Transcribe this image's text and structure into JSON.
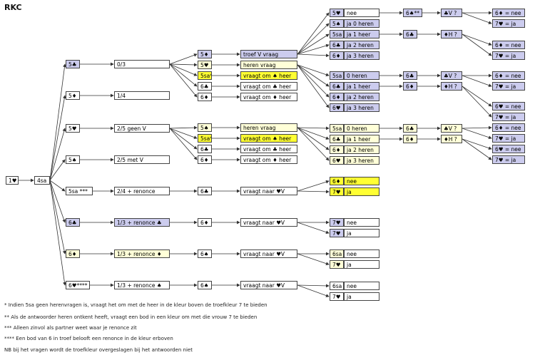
{
  "title": "RKC",
  "nodes": {
    "root": "1♥",
    "ask": "4sa",
    "r1": "5♣",
    "r1d": "0/3",
    "r2": "5♦",
    "r2d": "1/4",
    "r3": "5♥",
    "r3d": "2/5  geen V",
    "r4": "5♠",
    "r4d": "2/5 met V",
    "r5": "5sa ***",
    "r5d": "2/4 + renonce",
    "r6": "6♣",
    "r6d": "1/3 + renonce ♣",
    "r7": "6♦",
    "r7d": "1/3 + renonce ♦",
    "r8": "6♥****",
    "r8d": "1/3 + renonce ♠",
    "a1": "5♦",
    "a1d": "troef V vraag",
    "a2": "5♥",
    "a2d": "heren vraag",
    "a3": "5sa*",
    "a3d": "vraagt om ♠ heer",
    "a4": "6♣",
    "a4d": "vraagt om ♣ heer",
    "a5": "6♦",
    "a5d": "vraagt om ♦ heer",
    "b1": "5♠",
    "b1d": "heren vraag",
    "b2": "5sa*",
    "b2d": "vraagt om ♠ heer",
    "b3": "6♣",
    "b3d": "vraagt om ♣ heer",
    "b4": "6♦",
    "b4d": "vraagt om ♦ heer",
    "c1": "6♣",
    "c1d": "vraagt naar ♥V",
    "d1": "6♦",
    "d1d": "vraagt naar ♥V",
    "e1": "6♠",
    "e1d": "vraagt naar ♥V",
    "f1": "6♠",
    "f1d": "vraagt naar ♥V",
    "p1": "5♥",
    "p1d": "nee",
    "p2": "5♠",
    "p2d": "ja 0 heren",
    "p3": "5sa",
    "p3d": "ja 1 heer",
    "p4": "6♣",
    "p4d": "ja 2 heren",
    "p5": "6♦",
    "p5d": "ja 3 heren",
    "q1": "6♠**",
    "q2": "6♣",
    "q1a": "♣V ?",
    "q2a": "♦H ?",
    "t1": "6♦ = nee",
    "t2": "7♥ = ja",
    "t3": "6♦ = nee",
    "t4": "7♥ = ja",
    "h1": "5sa",
    "h1d": "0 heren",
    "h2": "6♣",
    "h2d": "ja 1 heer",
    "h3": "6♦",
    "h3d": "ja 2 heren",
    "h4": "6♥",
    "h4d": "ja 3 heren",
    "hq1": "6♣",
    "hq2": "6♦",
    "hq1a": "♣V ?",
    "hq2a": "♦H ?",
    "ht1": "6♦ = nee",
    "ht2": "7♥ = ja",
    "u1": "6♥ = nee",
    "u2": "7♥ = ja",
    "u3": "6♦ = nee",
    "u4": "7♥ = ja",
    "u5": "6♥ = nee",
    "u6": "7♥ = ja",
    "k1": "5sa",
    "k1d": "0 heren",
    "k2": "6♣",
    "k2d": "ja 1 heer",
    "k3": "6♦",
    "k3d": "ja 2 heren",
    "k4": "6♥",
    "k4d": "ja 3 heren",
    "kq1": "6♣",
    "kq2": "6♦",
    "kq1a": "♣V ?",
    "kq2a": "♦H ?",
    "m1": "6♦",
    "m1d": "nee",
    "m2": "7♥",
    "m2d": "ja",
    "n1": "7♥",
    "n1d": "nee",
    "n2": "7♥",
    "n2d": "ja",
    "o1": "6sa",
    "o1d": "nee",
    "o2": "7♥",
    "o2d": "ja",
    "s1": "6sa",
    "s1d": "nee",
    "s2": "7♥",
    "s2d": "ja"
  },
  "notes": [
    "* Indien 5sa geen herenvragen is, vraagt het om met de heer in de kleur boven de troefkleur 7 te bieden",
    "** Als de antwoorder heren ontkent heeft, vraagt een bod in een kleur om met die vrouw 7 te bieden",
    "*** Alleen zinvol als partner weet waar je renonce zit",
    "**** Een bod van 6 in troef belooft een renonce in de kleur erboven",
    "NB bij het vragen wordt de troefkleur overgeslagen bij het antwoorden niet"
  ]
}
